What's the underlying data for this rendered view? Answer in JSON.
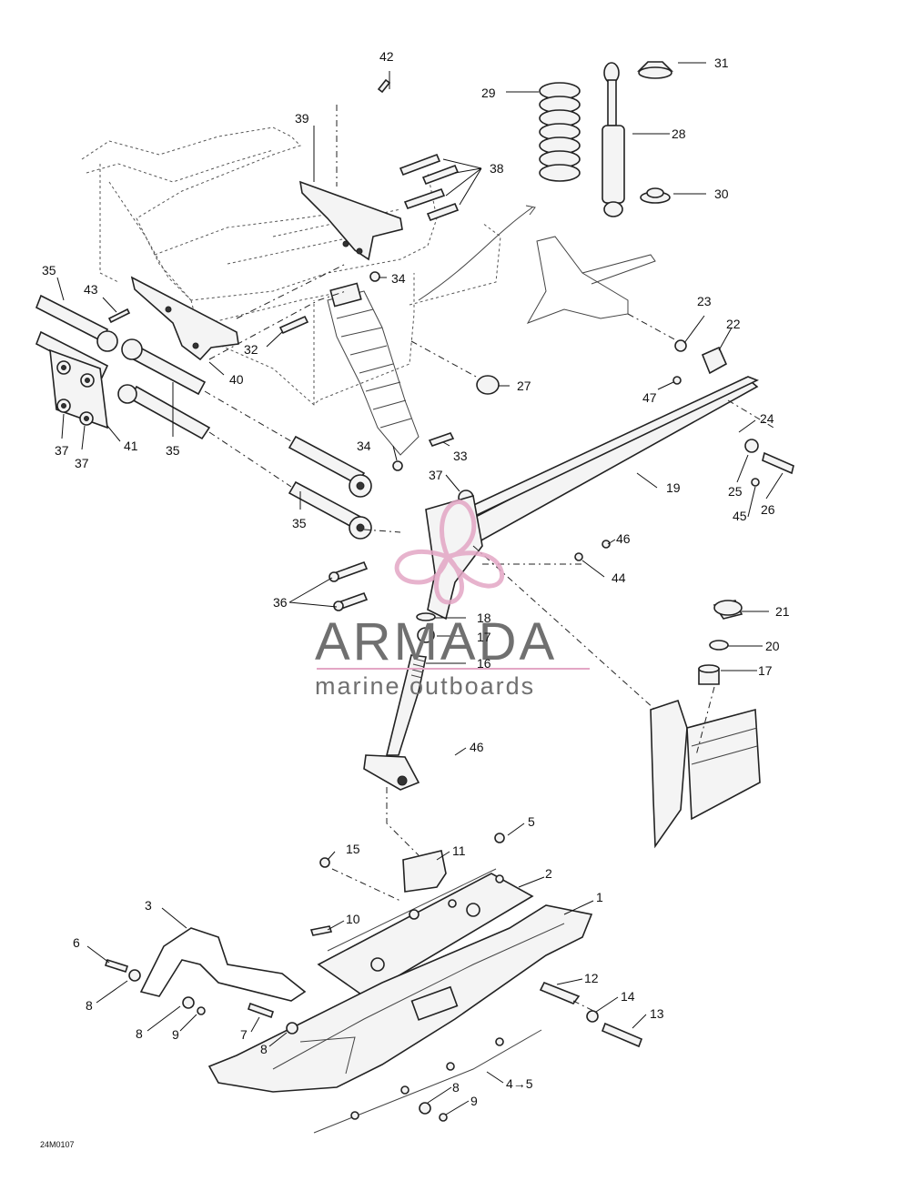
{
  "drawing_code": "24M0107",
  "watermark": {
    "brand": "ARMADA",
    "tagline": "marine outboards",
    "accent_color": "#e3a6c5",
    "text_color": "#707070"
  },
  "callouts": [
    {
      "id": "c1",
      "text": "1"
    },
    {
      "id": "c2",
      "text": "2"
    },
    {
      "id": "c3",
      "text": "3"
    },
    {
      "id": "c4to5",
      "text": "4→5"
    },
    {
      "id": "c5",
      "text": "5"
    },
    {
      "id": "c6",
      "text": "6"
    },
    {
      "id": "c7",
      "text": "7"
    },
    {
      "id": "c8a",
      "text": "8"
    },
    {
      "id": "c8b",
      "text": "8"
    },
    {
      "id": "c8c",
      "text": "8"
    },
    {
      "id": "c8d",
      "text": "8"
    },
    {
      "id": "c9a",
      "text": "9"
    },
    {
      "id": "c9b",
      "text": "9"
    },
    {
      "id": "c10",
      "text": "10"
    },
    {
      "id": "c11",
      "text": "11"
    },
    {
      "id": "c12",
      "text": "12"
    },
    {
      "id": "c13",
      "text": "13"
    },
    {
      "id": "c14",
      "text": "14"
    },
    {
      "id": "c15",
      "text": "15"
    },
    {
      "id": "c16",
      "text": "16"
    },
    {
      "id": "c17a",
      "text": "17"
    },
    {
      "id": "c17b",
      "text": "17"
    },
    {
      "id": "c18",
      "text": "18"
    },
    {
      "id": "c19",
      "text": "19"
    },
    {
      "id": "c20",
      "text": "20"
    },
    {
      "id": "c21",
      "text": "21"
    },
    {
      "id": "c22",
      "text": "22"
    },
    {
      "id": "c23",
      "text": "23"
    },
    {
      "id": "c24",
      "text": "24"
    },
    {
      "id": "c25",
      "text": "25"
    },
    {
      "id": "c26",
      "text": "26"
    },
    {
      "id": "c27",
      "text": "27"
    },
    {
      "id": "c28",
      "text": "28"
    },
    {
      "id": "c29",
      "text": "29"
    },
    {
      "id": "c30",
      "text": "30"
    },
    {
      "id": "c31",
      "text": "31"
    },
    {
      "id": "c32",
      "text": "32"
    },
    {
      "id": "c33",
      "text": "33"
    },
    {
      "id": "c34a",
      "text": "34"
    },
    {
      "id": "c34b",
      "text": "34"
    },
    {
      "id": "c35a",
      "text": "35"
    },
    {
      "id": "c35b",
      "text": "35"
    },
    {
      "id": "c35c",
      "text": "35"
    },
    {
      "id": "c36",
      "text": "36"
    },
    {
      "id": "c37a",
      "text": "37"
    },
    {
      "id": "c37b",
      "text": "37"
    },
    {
      "id": "c37c",
      "text": "37"
    },
    {
      "id": "c38",
      "text": "38"
    },
    {
      "id": "c39",
      "text": "39"
    },
    {
      "id": "c40",
      "text": "40"
    },
    {
      "id": "c41",
      "text": "41"
    },
    {
      "id": "c42",
      "text": "42"
    },
    {
      "id": "c43",
      "text": "43"
    },
    {
      "id": "c44",
      "text": "44"
    },
    {
      "id": "c45",
      "text": "45"
    },
    {
      "id": "c46a",
      "text": "46"
    },
    {
      "id": "c46b",
      "text": "46"
    },
    {
      "id": "c47",
      "text": "47"
    }
  ]
}
